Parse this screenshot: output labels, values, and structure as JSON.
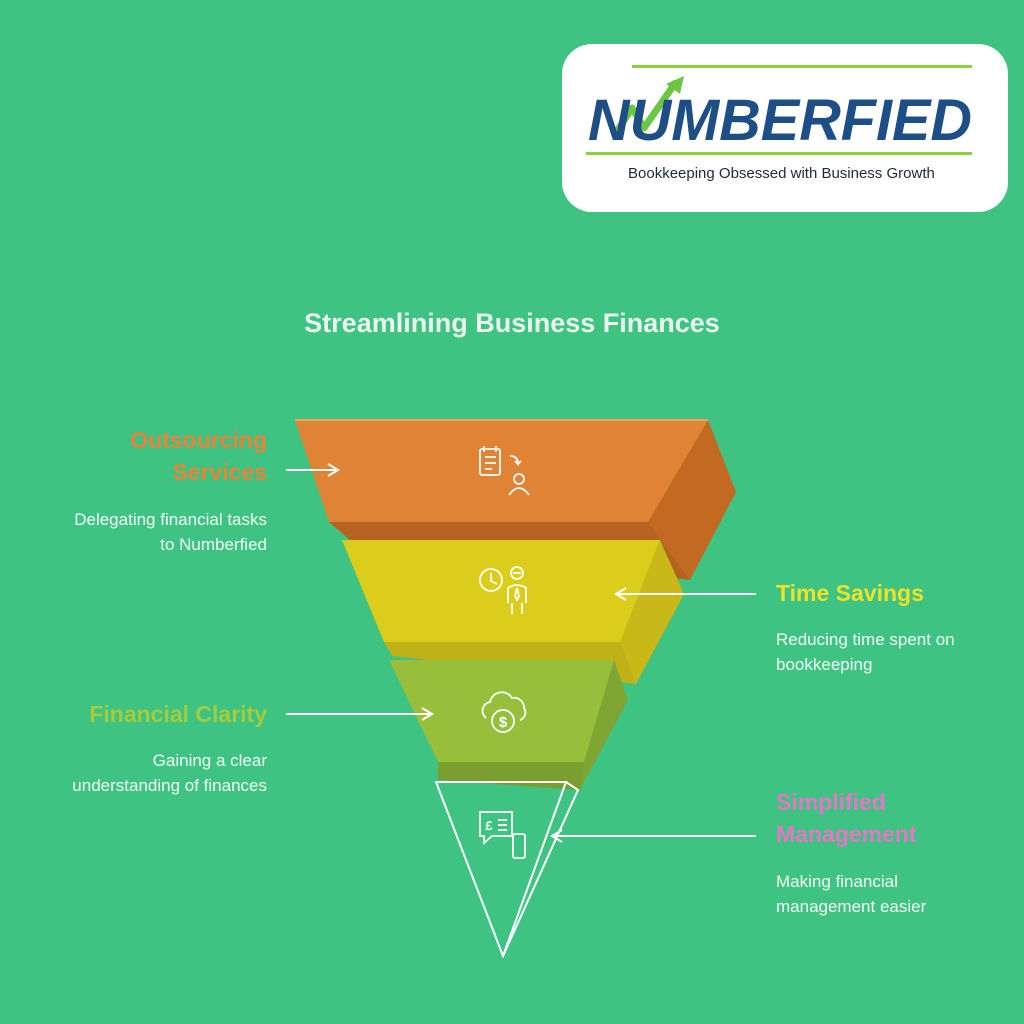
{
  "logo": {
    "wordmark": "NUMBERFIED",
    "tagline": "Bookkeeping Obsessed with Business Growth",
    "colors": {
      "navy": "#1d4e86",
      "green": "#6cc644",
      "line": "#8cd03a"
    }
  },
  "title": "Streamlining Business Finances",
  "stages": [
    {
      "label": "Outsourcing Services",
      "label_lines": [
        "Outsourcing",
        "Services"
      ],
      "description_lines": [
        "Delegating financial tasks",
        "to Numberfied"
      ],
      "color": "#e08334",
      "label_color": "#e8833a",
      "icon": "task-delegation-icon"
    },
    {
      "label": "Time Savings",
      "description_lines": [
        "Reducing time spent on",
        "bookkeeping"
      ],
      "color": "#dccd1d",
      "label_color": "#ede22c",
      "icon": "clock-person-icon"
    },
    {
      "label": "Financial Clarity",
      "description_lines": [
        "Gaining a clear",
        "understanding of finances"
      ],
      "color": "#97bf3c",
      "label_color": "#a4cc3e",
      "icon": "cloud-dollar-icon"
    },
    {
      "label": "Simplified Management",
      "label_lines": [
        "Simplified",
        "Management"
      ],
      "description_lines": [
        "Making financial",
        "management easier"
      ],
      "color": "outline",
      "label_color": "#e078c4",
      "icon": "pound-chat-phone-icon"
    }
  ]
}
